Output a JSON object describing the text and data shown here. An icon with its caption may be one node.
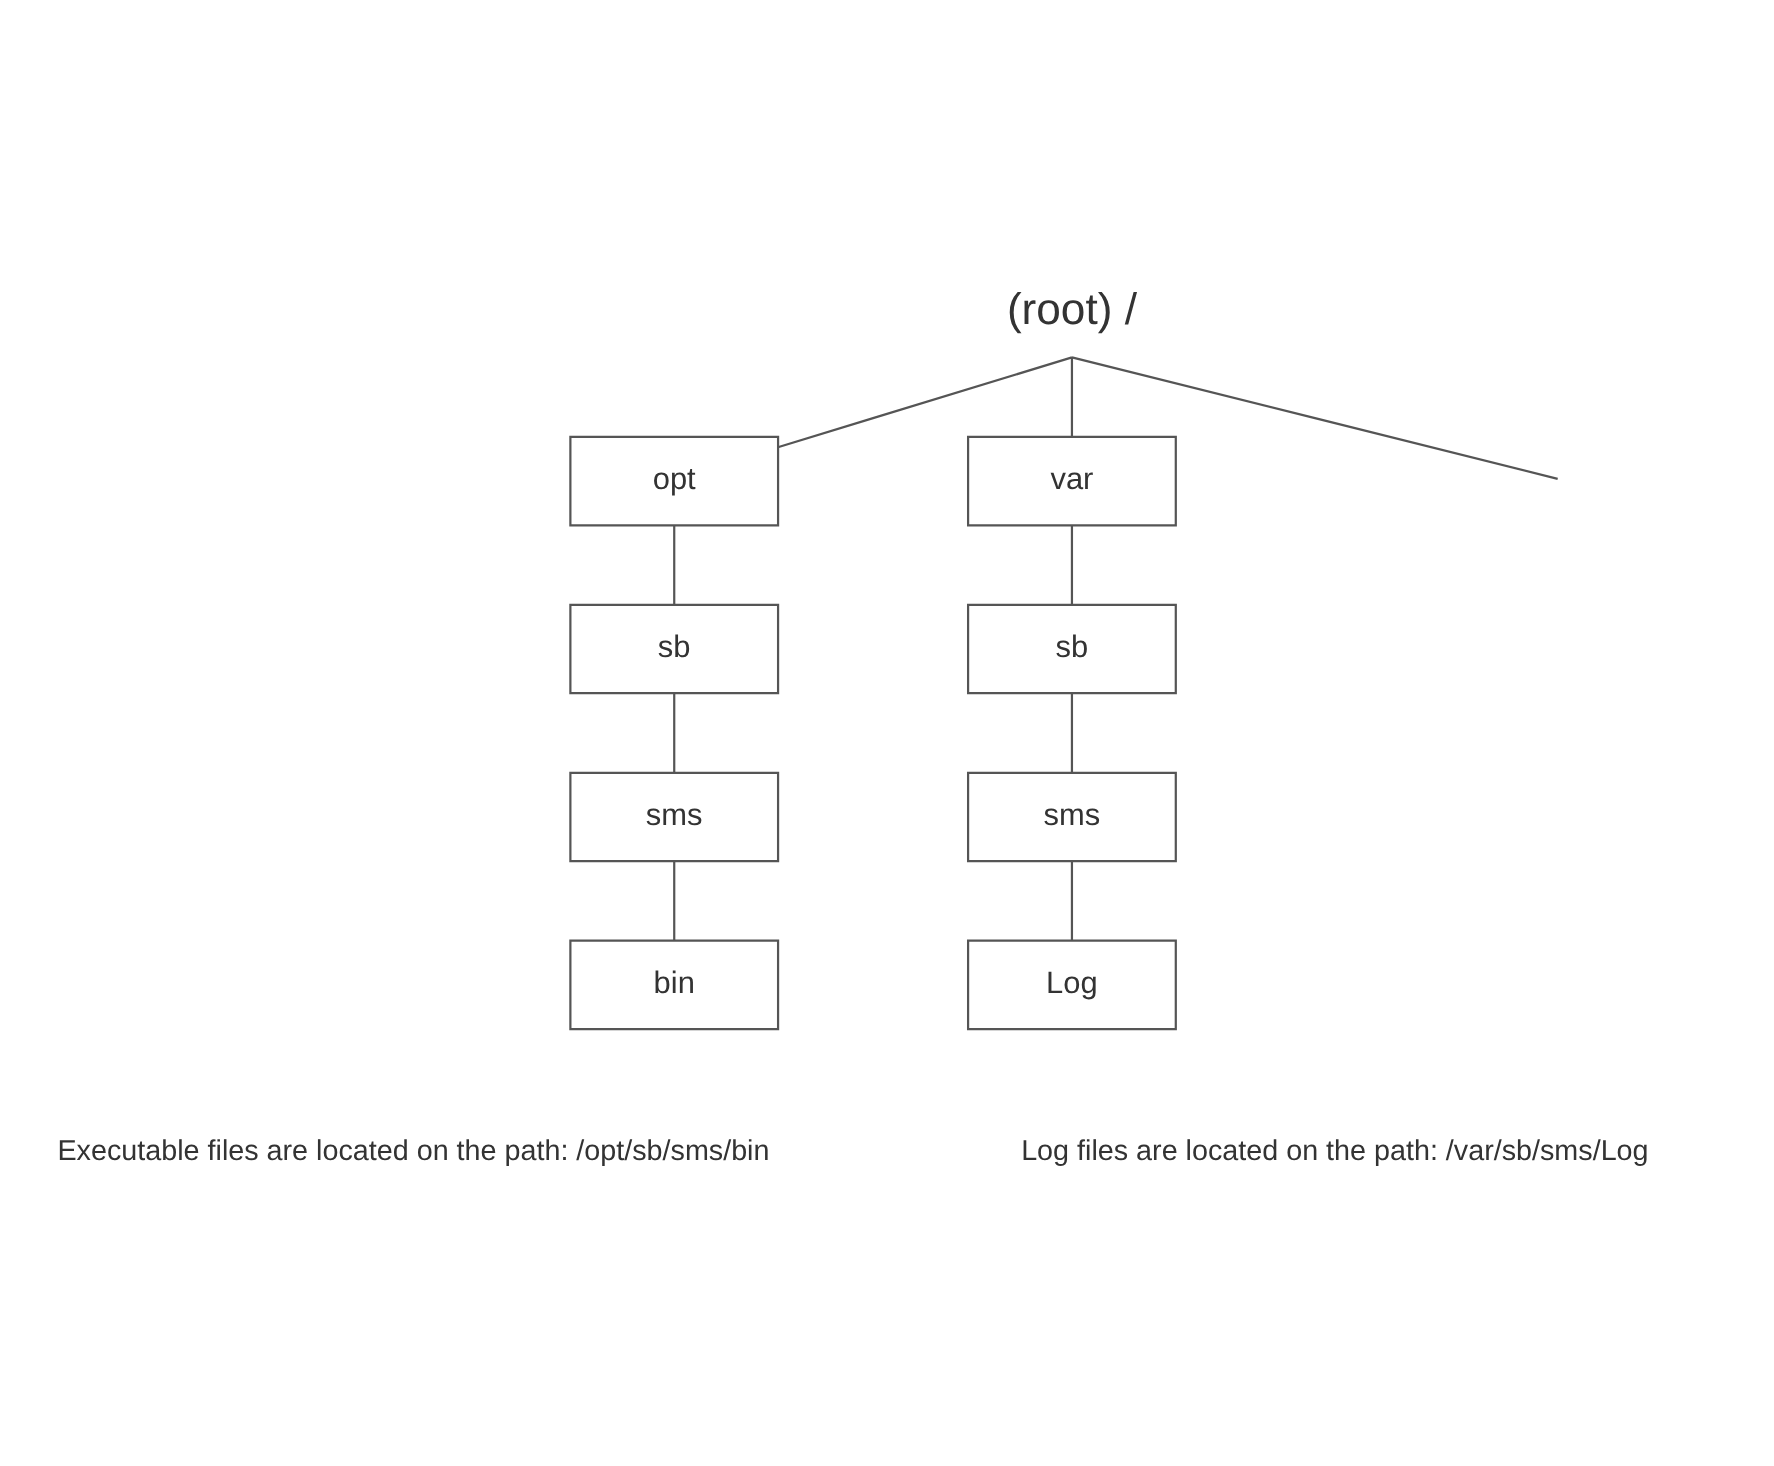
{
  "diagram": {
    "nodes": [
      {
        "text": [
          "(root) /"
        ]
      },
      {
        "text": [
          "opt"
        ]
      },
      {
        "text": [
          "sb"
        ]
      },
      {
        "text": [
          "sms"
        ]
      },
      {
        "text": [
          "bin"
        ]
      },
      {
        "text": [
          "var"
        ]
      },
      {
        "text": [
          "sb"
        ]
      },
      {
        "text": [
          "sms"
        ]
      },
      {
        "text": [
          "Log"
        ]
      }
    ],
    "edges": [
      {
        "from": 0,
        "to": 1,
        "arrow": "none"
      },
      {
        "from": 0,
        "to": 5,
        "arrow": "none"
      },
      {
        "from": 0,
        "to": null,
        "arrow": "none"
      },
      {
        "from": 1,
        "to": 2,
        "arrow": "none"
      },
      {
        "from": 2,
        "to": 3,
        "arrow": "none"
      },
      {
        "from": 3,
        "to": 4,
        "arrow": "none"
      },
      {
        "from": 5,
        "to": 6,
        "arrow": "none"
      },
      {
        "from": 6,
        "to": 7,
        "arrow": "none"
      },
      {
        "from": 7,
        "to": 8,
        "arrow": "none"
      }
    ],
    "labels": [
      "Executable files are located on the path: /opt/sb/sms/bin",
      "Log files are located on the path: /var/sb/sms/Log"
    ]
  }
}
